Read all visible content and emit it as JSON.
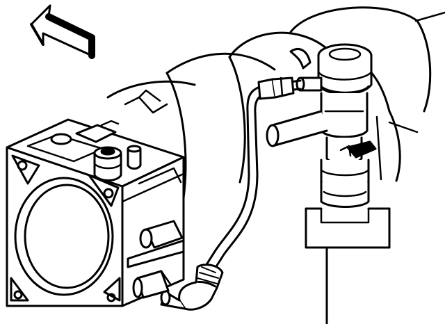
{
  "figure": {
    "kind": "technical-line-drawing",
    "colors": {
      "ink": "#000000",
      "paper": "#ffffff"
    },
    "parts": [
      "direction-arrow",
      "throttle-body",
      "air-intake-duct",
      "vent-hose",
      "elbow-fitting",
      "vacuum-valve",
      "valve-mounting-bracket"
    ]
  }
}
